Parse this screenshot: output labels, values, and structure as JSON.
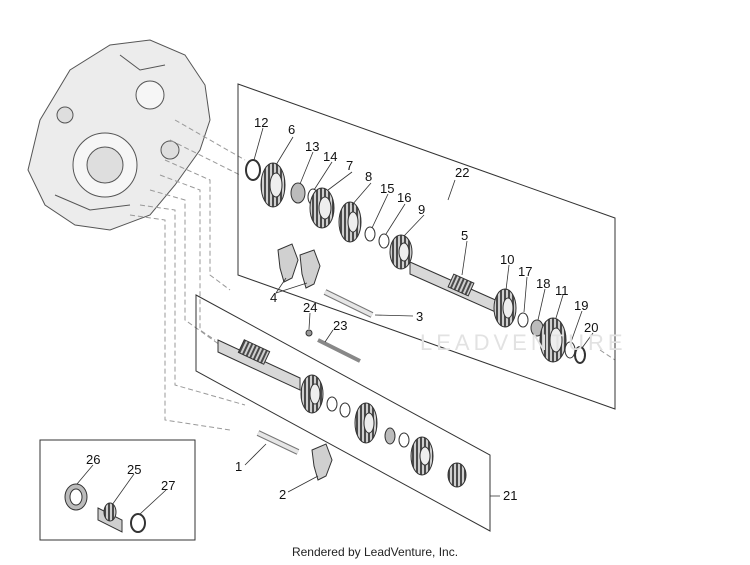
{
  "callouts": [
    "1",
    "2",
    "3",
    "4",
    "5",
    "6",
    "7",
    "8",
    "9",
    "10",
    "11",
    "12",
    "13",
    "14",
    "15",
    "16",
    "17",
    "18",
    "19",
    "20",
    "21",
    "22",
    "23",
    "24",
    "25",
    "26",
    "27"
  ],
  "watermark": "LEADVENTURE",
  "footer": "Rendered by LeadVenture, Inc."
}
